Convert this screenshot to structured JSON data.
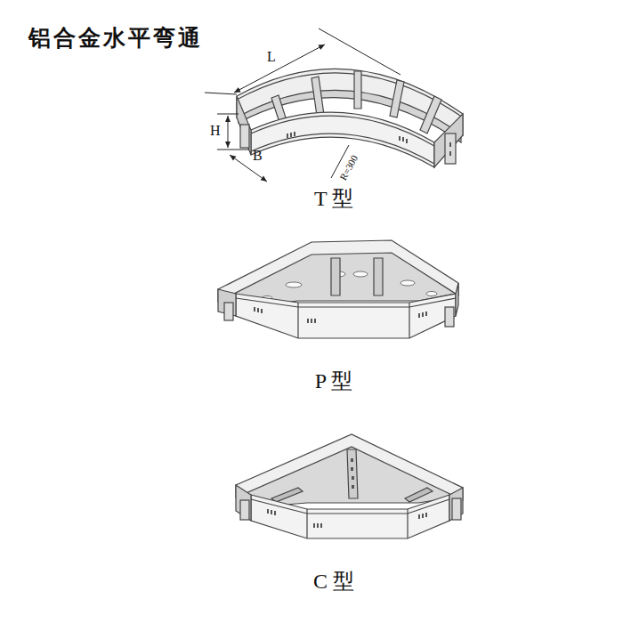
{
  "diagram": {
    "title": "铝合金水平弯通",
    "labels": [
      "L",
      "H",
      "B",
      "R=300",
      "T 型",
      "P 型",
      "C 型"
    ]
  }
}
